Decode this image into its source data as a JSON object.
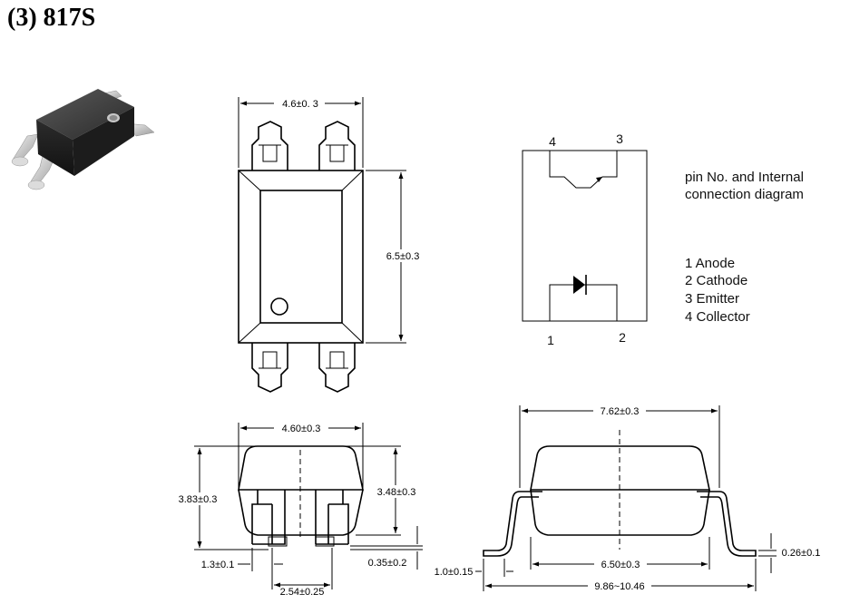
{
  "title": "(3) 817S",
  "top_view": {
    "width_dim": "4.6±0. 3",
    "height_dim": "6.5±0.3"
  },
  "side_view_left": {
    "width_dim": "4.60±0.3",
    "total_height_dim": "3.83±0.3",
    "body_height_dim": "3.48±0.3",
    "lead_width_dim": "1.3±0.1",
    "lead_thickness_dim": "0.35±0.2",
    "pitch_dim": "2.54±0.25"
  },
  "side_view_right": {
    "body_width_dim": "7.62±0.3",
    "inner_width_dim": "6.50±0.3",
    "overall_width_dim": "9.86~10.46",
    "foot_length_dim": "1.0±0.15",
    "lead_height_dim": "0.26±0.1"
  },
  "schematic": {
    "pin_labels": [
      "4",
      "3",
      "1",
      "2"
    ]
  },
  "legend": {
    "heading_line1": "pin  No. and Internal",
    "heading_line2": "connection  diagram",
    "pins": [
      "1  Anode",
      "2  Cathode",
      "3  Emitter",
      "4  Collector"
    ]
  }
}
